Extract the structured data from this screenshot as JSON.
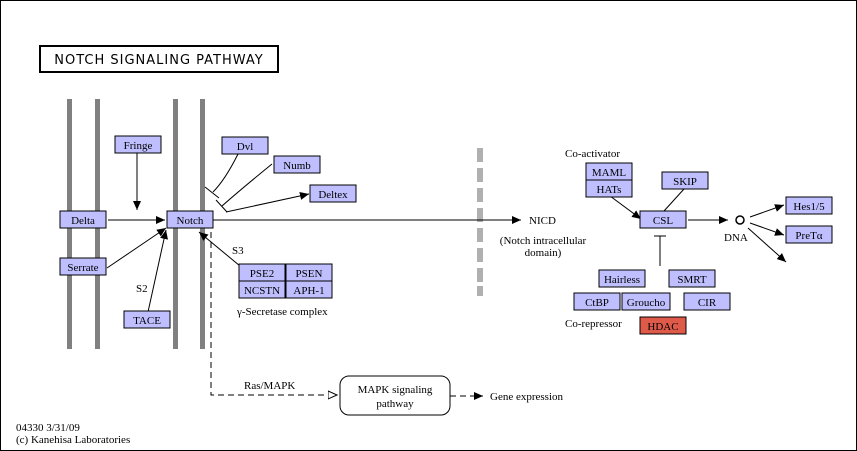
{
  "title": "NOTCH SIGNALING PATHWAY",
  "footer": {
    "id_date": "04330 3/31/09",
    "copyright": "(c) Kanehisa Laboratories"
  },
  "genes": {
    "fringe": "Fringe",
    "dvl": "Dvl",
    "numb": "Numb",
    "deltex": "Deltex",
    "delta": "Delta",
    "notch": "Notch",
    "serrate": "Serrate",
    "tace": "TACE",
    "pse2": "PSE2",
    "psen": "PSEN",
    "ncstn": "NCSTN",
    "aph1": "APH-1",
    "maml": "MAML",
    "hats": "HATs",
    "skip": "SKIP",
    "csl": "CSL",
    "hairless": "Hairless",
    "smrt": "SMRT",
    "ctbp": "CtBP",
    "groucho": "Groucho",
    "cir": "CIR",
    "hdac": "HDAC",
    "hes": "Hes1/5",
    "pret": "PreTα"
  },
  "labels": {
    "s2": "S2",
    "s3": "S3",
    "gamma_secretase": "γ-Secretase complex",
    "nicd": "NICD",
    "nicd_desc_1": "(Notch intracellular",
    "nicd_desc_2": "domain)",
    "coactivator": "Co-activator",
    "corepressor": "Co-repressor",
    "dna": "DNA",
    "ras_mapk": "Ras/MAPK",
    "mapk_1": "MAPK signaling",
    "mapk_2": "pathway",
    "gene_expression": "Gene expression"
  },
  "colors": {
    "gene_fill": "#bfbfff",
    "hdac_fill": "#e05a4a",
    "membrane": "#808080"
  }
}
